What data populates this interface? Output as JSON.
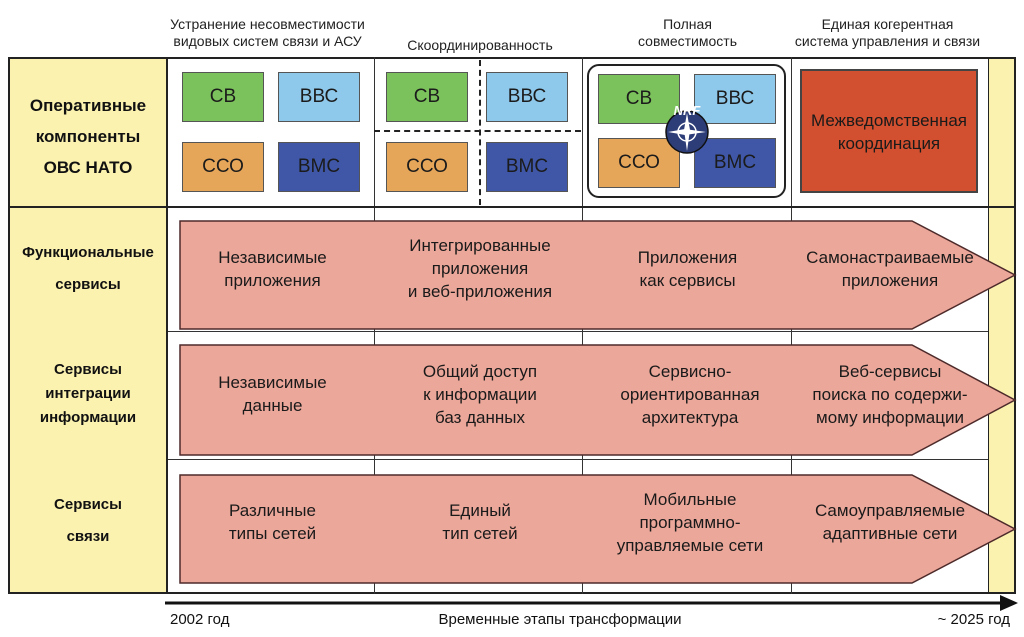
{
  "column_headers": [
    "Устранение несовместимости\nвидовых систем связи и АСУ",
    "Скоординированность",
    "Полная\nсовместимость",
    "Единая когерентная\nсистема управления и связи"
  ],
  "row_labels": [
    "Оперативные\nкомпоненты\nОВС НАТО",
    "Функциональные\nсервисы",
    "Сервисы\nинтеграции\nинформации",
    "Сервисы\nсвязи"
  ],
  "components": {
    "sv": "СВ",
    "vvs": "ВВС",
    "sso": "ССО",
    "vms": "ВМС",
    "nrf": "NRF",
    "interagency": "Межведомственная\nкоординация"
  },
  "arrow_rows": [
    [
      "Независимые\nприложения",
      "Интегрированные\nприложения\nи веб-приложения",
      "Приложения\nкак сервисы",
      "Самонастраиваемые\nприложения"
    ],
    [
      "Независимые\nданные",
      "Общий доступ\nк информации\nбаз данных",
      "Сервисно-\nориентированная\nархитектура",
      "Веб-сервисы\nпоиска по содержи-\nмому информации"
    ],
    [
      "Различные\nтипы сетей",
      "Единый\nтип сетей",
      "Мобильные\nпрограммно-\nуправляемые сети",
      "Самоуправляемые\nадаптивные сети"
    ]
  ],
  "timeline": {
    "start": "2002 год",
    "caption": "Временные этапы трансформации",
    "end": "~ 2025 год"
  },
  "colors": {
    "sv": "#7cc25c",
    "vvs": "#8ec8ea",
    "sso": "#e5a65a",
    "vms": "#3f57a6",
    "interagency": "#d2502f",
    "arrow_fill": "#eba79a",
    "panel": "#fbf2b0"
  }
}
